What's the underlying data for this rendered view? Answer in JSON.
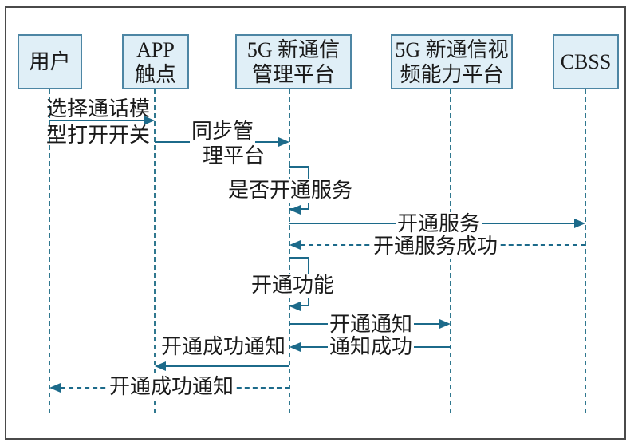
{
  "diagram": {
    "type": "sequence-diagram",
    "topic": "5G new-calling service activation flow"
  },
  "colors": {
    "accent_line": "#1c6a8a",
    "lifeline": "#30788f",
    "actor_fill": "#e0eff7",
    "actor_border": "#4d86a4",
    "frame_border": "#4a4a4a",
    "text": "#1a1a1a",
    "background": "#ffffff"
  },
  "actors": [
    {
      "id": "user",
      "lines": [
        "用户"
      ]
    },
    {
      "id": "app-touchpoint",
      "lines": [
        "APP",
        "触点"
      ]
    },
    {
      "id": "mgmt-platform",
      "lines": [
        "5G 新通信",
        "管理平台"
      ]
    },
    {
      "id": "video-platform",
      "lines": [
        "5G 新通信视",
        "频能力平台"
      ]
    },
    {
      "id": "cbss",
      "lines": [
        "CBSS"
      ]
    }
  ],
  "messages": [
    {
      "from": "用户",
      "to": "APP 触点",
      "style": "solid",
      "lines": [
        "选择通话模",
        "型打开开关"
      ]
    },
    {
      "from": "APP 触点",
      "to": "5G 新通信管理平台",
      "style": "solid",
      "lines": [
        "同步管",
        "理平台"
      ]
    },
    {
      "from": "5G 新通信管理平台",
      "to": "5G 新通信管理平台",
      "style": "self",
      "label": "是否开通服务"
    },
    {
      "from": "5G 新通信管理平台",
      "to": "CBSS",
      "style": "solid",
      "label": "开通服务"
    },
    {
      "from": "CBSS",
      "to": "5G 新通信管理平台",
      "style": "dashed",
      "label": "开通服务成功"
    },
    {
      "from": "5G 新通信管理平台",
      "to": "5G 新通信管理平台",
      "style": "self",
      "label": "开通功能"
    },
    {
      "from": "5G 新通信管理平台",
      "to": "5G 新通信视频能力平台",
      "style": "solid",
      "label": "开通通知"
    },
    {
      "from": "5G 新通信视频能力平台",
      "to": "5G 新通信管理平台",
      "style": "solid",
      "label": "通知成功"
    },
    {
      "from": "5G 新通信管理平台",
      "to": "APP 触点",
      "style": "solid",
      "label": "开通成功通知"
    },
    {
      "from": "5G 新通信管理平台",
      "to": "用户",
      "style": "dashed",
      "label": "开通成功通知"
    }
  ]
}
